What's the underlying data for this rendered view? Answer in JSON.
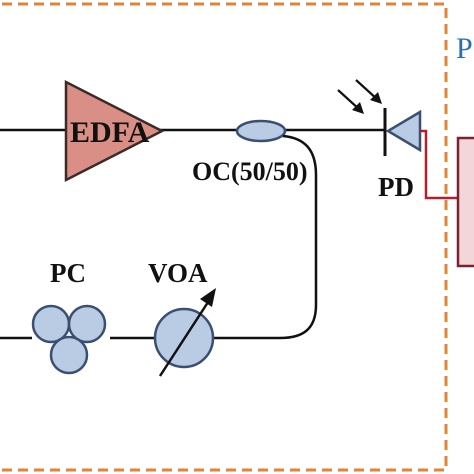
{
  "labels": {
    "amplifier": "EDFA",
    "coupler": "OC(50/50)",
    "photodetector": "PD",
    "polarization_controller": "PC",
    "attenuator": "VOA",
    "panel_corner": "P"
  },
  "colors": {
    "amplifier_fill": "#d98f85",
    "component_fill": "#b9cce3",
    "component_stroke": "#3b4f73",
    "rf_line": "#b3202d",
    "panel_border": "#e0843a",
    "panel_box_fill": "#f3d6da",
    "panel_corner_text": "#2f6db3"
  }
}
